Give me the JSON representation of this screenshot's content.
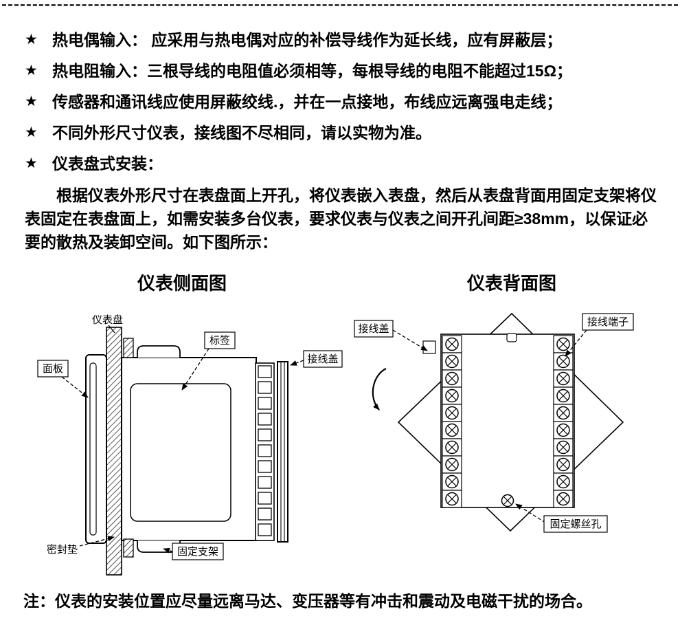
{
  "star": "★",
  "bullets": [
    "热电偶输入： 应采用与热电偶对应的补偿导线作为延长线，应有屏蔽层；",
    "热电阻输入：三根导线的电阻值必须相等，每根导线的电阻不能超过15Ω；",
    "传感器和通讯线应使用屏蔽绞线.，并在一点接地，布线应远离强电走线；",
    "不同外形尺寸仪表，接线图不尽相同，请以实物为准。",
    "仪表盘式安装："
  ],
  "paragraph": "根据仪表外形尺寸在表盘面上开孔，将仪表嵌入表盘，然后从表盘背面用固定支架将仪表固定在表盘面上，如需安装多台仪表，要求仪表与仪表之间开孔间距≥38mm，以保证必要的散热及装卸空间。如下图所示：",
  "diagrams": {
    "side": {
      "title": "仪表侧面图",
      "labels": {
        "panel": "仪表盘",
        "front_panel": "面板",
        "tag": "标签",
        "wiring_cover": "接线盖",
        "seal_gasket": "密封垫",
        "fixing_bracket": "固定支架"
      }
    },
    "back": {
      "title": "仪表背面图",
      "labels": {
        "wiring_cover": "接线盖",
        "terminal": "接线端子",
        "screw_hole": "固定螺丝孔"
      }
    }
  },
  "note": "注：仪表的安装位置应尽量远离马达、变压器等有冲击和震动及电磁干扰的场合。",
  "colors": {
    "ink": "#000000",
    "background": "#ffffff"
  }
}
